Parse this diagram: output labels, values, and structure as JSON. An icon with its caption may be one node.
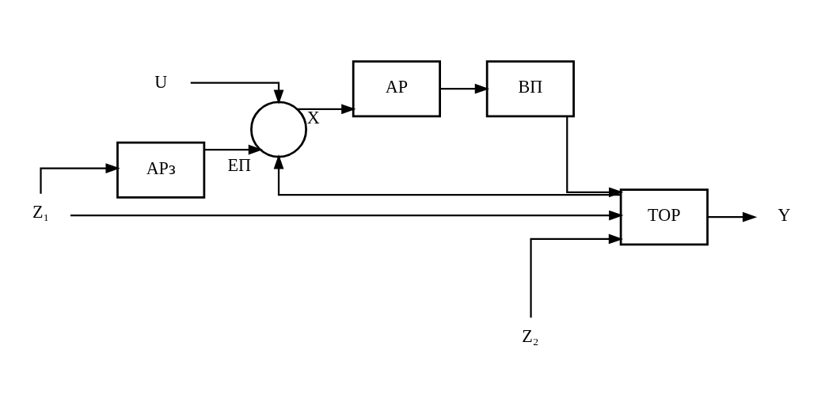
{
  "diagram": {
    "nodes": [
      {
        "text": [
          "U"
        ]
      },
      {
        "text": [],
        "shape": "circle",
        "beside": [
          "ЕП"
        ]
      },
      {
        "text": [
          "АР"
        ]
      },
      {
        "text": [
          "ВП"
        ]
      },
      {
        "text": [
          "ТОР"
        ]
      },
      {
        "text": [
          "АРз"
        ]
      },
      {
        "text": [
          "Z₁"
        ]
      },
      {
        "text": [
          "Z₂"
        ]
      },
      {
        "text": [
          "Y"
        ]
      }
    ],
    "edges": [
      {
        "from": 0,
        "to": 1,
        "arrow": "to"
      },
      {
        "from": 1,
        "to": 2,
        "arrow": "to",
        "label": "X"
      },
      {
        "from": 2,
        "to": 3,
        "arrow": "to"
      },
      {
        "from": 3,
        "to": 4,
        "arrow": "to"
      },
      {
        "from": 6,
        "to": 4,
        "arrow": "to"
      },
      {
        "from": 7,
        "to": 4,
        "arrow": "to"
      },
      {
        "from": 6,
        "to": 5,
        "arrow": "to"
      },
      {
        "from": 5,
        "to": 1,
        "arrow": "to"
      },
      {
        "from": 4,
        "to": 8,
        "arrow": "to"
      },
      {
        "from": 4,
        "to": 1,
        "arrow": "to"
      }
    ]
  }
}
